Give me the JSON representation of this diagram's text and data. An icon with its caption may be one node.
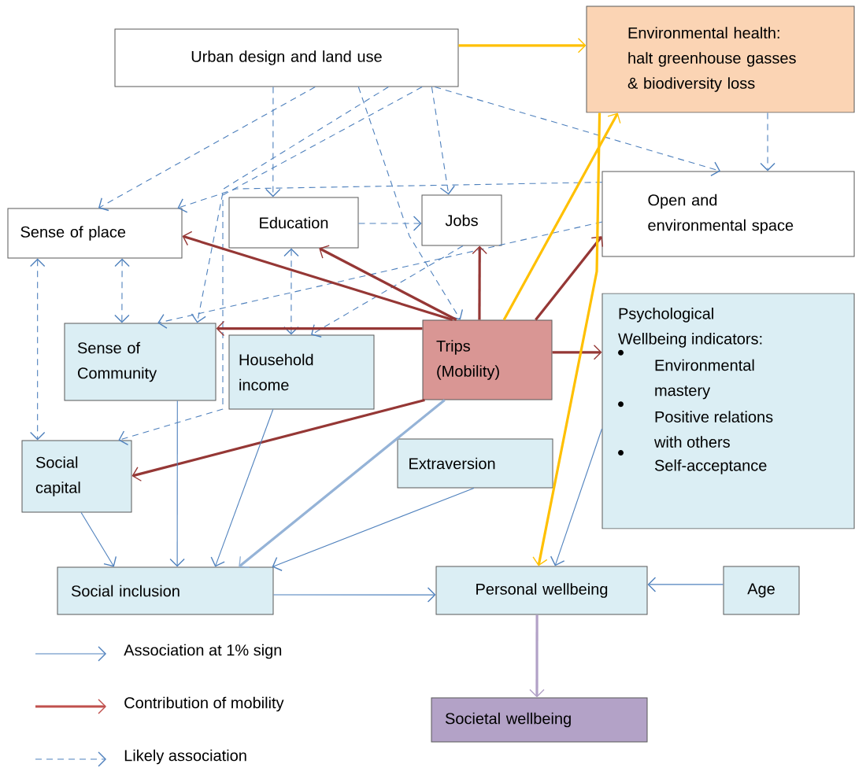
{
  "diagram": {
    "nodes": [
      {
        "text": [
          "Urban design and land use"
        ]
      },
      {
        "text": [
          "Environmental health: halt greenhouse gasses & biodiversity loss"
        ]
      },
      {
        "text": [
          "Sense of place"
        ]
      },
      {
        "text": [
          "Education"
        ]
      },
      {
        "text": [
          "Jobs"
        ]
      },
      {
        "text": [
          "Open and environmental space"
        ]
      },
      {
        "text": [
          "Sense of Community"
        ]
      },
      {
        "text": [
          "Household income"
        ]
      },
      {
        "text": [
          "Trips (Mobility)"
        ]
      },
      {
        "text": [
          "Psychological Wellbeing indicators:",
          "Environmental mastery",
          "Positive relations with others",
          "Self-acceptance"
        ]
      },
      {
        "text": [
          "Extraversion"
        ]
      },
      {
        "text": [
          "Social capital"
        ]
      },
      {
        "text": [
          "Social inclusion"
        ]
      },
      {
        "text": [
          "Personal wellbeing"
        ]
      },
      {
        "text": [
          "Age"
        ]
      },
      {
        "text": [
          "Societal wellbeing"
        ]
      }
    ],
    "edges": [
      {
        "from": 0,
        "to": 1,
        "arrow": "to",
        "style": "thick",
        "color": "#ffc000"
      },
      {
        "from": 0,
        "to": 2,
        "arrow": "to",
        "style": "dashed"
      },
      {
        "from": 0,
        "to": 3,
        "arrow": "to",
        "style": "dashed"
      },
      {
        "from": 0,
        "to": 4,
        "arrow": "to",
        "style": "dashed"
      },
      {
        "from": 0,
        "to": 8,
        "arrow": "to",
        "style": "dashed"
      },
      {
        "from": 0,
        "to": 5,
        "arrow": "to",
        "style": "dashed"
      },
      {
        "from": 0,
        "to": 6,
        "arrow": "to",
        "style": "dashed"
      },
      {
        "from": 0,
        "to": 11,
        "arrow": "to",
        "style": "dashed"
      },
      {
        "from": 1,
        "to": 5,
        "arrow": "to",
        "style": "dashed"
      },
      {
        "from": 5,
        "to": 2,
        "arrow": "to",
        "style": "dashed"
      },
      {
        "from": 5,
        "to": 6,
        "arrow": "to",
        "style": "dashed"
      },
      {
        "from": 4,
        "to": 7,
        "arrow": "to",
        "style": "dashed"
      },
      {
        "from": 3,
        "to": 4,
        "arrow": "to",
        "style": "dashed"
      },
      {
        "from": 3,
        "to": 7,
        "arrow": "both",
        "style": "dashed"
      },
      {
        "from": 2,
        "to": 6,
        "arrow": "both",
        "style": "dashed"
      },
      {
        "from": 2,
        "to": 11,
        "arrow": "both",
        "style": "dashed"
      },
      {
        "from": 8,
        "to": 2,
        "arrow": "to",
        "style": "thick",
        "color": "#953735"
      },
      {
        "from": 8,
        "to": 3,
        "arrow": "to",
        "style": "thick",
        "color": "#953735"
      },
      {
        "from": 8,
        "to": 4,
        "arrow": "to",
        "style": "thick",
        "color": "#953735"
      },
      {
        "from": 8,
        "to": 5,
        "arrow": "to",
        "style": "thick",
        "color": "#953735"
      },
      {
        "from": 8,
        "to": 6,
        "arrow": "to",
        "style": "thick",
        "color": "#953735"
      },
      {
        "from": 8,
        "to": 11,
        "arrow": "to",
        "style": "thick",
        "color": "#953735"
      },
      {
        "from": 8,
        "to": 9,
        "arrow": "to",
        "style": "thick",
        "color": "#953735"
      },
      {
        "from": 8,
        "to": 1,
        "arrow": "to",
        "style": "thick",
        "color": "#ffc000"
      },
      {
        "from": 8,
        "to": 12,
        "arrow": "to",
        "style": "thick",
        "color": "#95b3d7"
      },
      {
        "from": 1,
        "to": 13,
        "arrow": "to",
        "style": "thick",
        "color": "#ffc000"
      },
      {
        "from": 11,
        "to": 12,
        "arrow": "to"
      },
      {
        "from": 6,
        "to": 12,
        "arrow": "to"
      },
      {
        "from": 7,
        "to": 12,
        "arrow": "to"
      },
      {
        "from": 10,
        "to": 12,
        "arrow": "to"
      },
      {
        "from": 12,
        "to": 13,
        "arrow": "to"
      },
      {
        "from": 9,
        "to": 13,
        "arrow": "to"
      },
      {
        "from": 14,
        "to": 13,
        "arrow": "to"
      },
      {
        "from": 13,
        "to": 15,
        "arrow": "to",
        "style": "thick",
        "color": "#b2a1c7"
      }
    ],
    "legend": [
      {
        "text": "Association at 1% sign"
      },
      {
        "text": "Contribution of mobility"
      },
      {
        "text": "Likely association"
      }
    ]
  }
}
